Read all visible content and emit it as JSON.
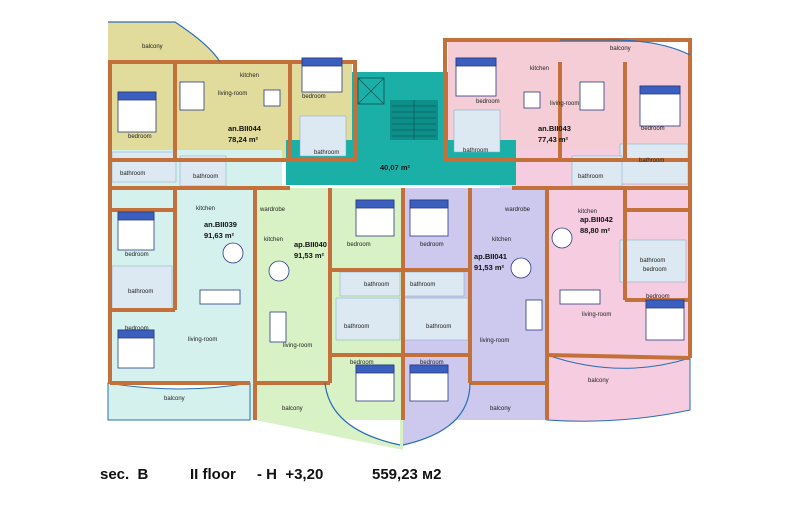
{
  "plan": {
    "colors": {
      "wall": "#c4703a",
      "apt_bii044": "#e2dc9c",
      "apt_bii039": "#d5f1ee",
      "apt_bii040": "#d8f2c6",
      "apt_bii041": "#ccc8ee",
      "apt_bii042": "#f6cde0",
      "apt_bii043": "#f4cdd6",
      "apt_bii043_right": "#f3cbe0",
      "stair_core": "#1ab0a8",
      "stair_dark": "#0d8e88",
      "bathroom": "#dce9f2",
      "balcony_outline": "#2a6fb3"
    },
    "core_area": "40,07 m²",
    "labels": {
      "balcony": "balcony",
      "kitchen": "kitchen",
      "living_room": "living-room",
      "bedroom": "bedroom",
      "bathroom": "bathroom",
      "wardrobe": "wardrobe"
    },
    "apartments": [
      {
        "id": "an.BII044",
        "area": "78,24 m²"
      },
      {
        "id": "an.BII043",
        "area": "77,43 m²"
      },
      {
        "id": "an.BII039",
        "area": "91,63 m²"
      },
      {
        "id": "ap.BII040",
        "area": "91,53 m²"
      },
      {
        "id": "ap.BII041",
        "area": "91,53 m²"
      },
      {
        "id": "ap.BII042",
        "area": "88,80 m²"
      }
    ]
  },
  "caption": {
    "section": "sec.  B",
    "floor": "II floor",
    "height": "- H  +3,20",
    "total_area": "559,23 м2"
  }
}
